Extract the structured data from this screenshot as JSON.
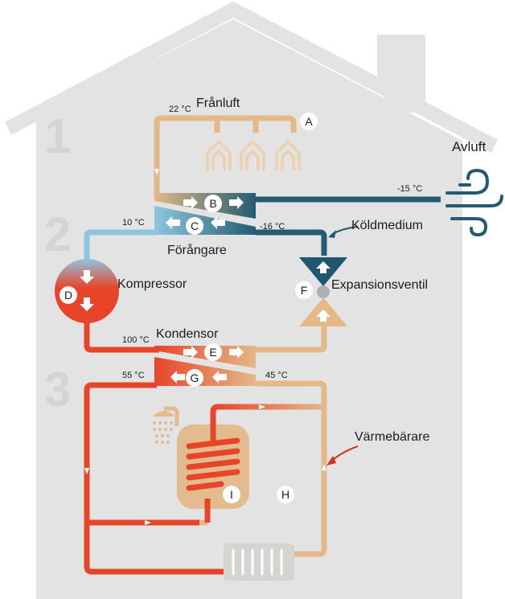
{
  "sections": [
    "1",
    "2",
    "3"
  ],
  "labels": {
    "franluft": "Frånluft",
    "avluft": "Avluft",
    "koldmedium": "Köldmedium",
    "forangare": "Förångare",
    "kompressor": "Kompressor",
    "expansionsventil": "Expansionsventil",
    "kondensor": "Kondensor",
    "varmebarare": "Värmebärare"
  },
  "temperatures": {
    "t_franluft": "22 °C",
    "t_avluft": "-15 °C",
    "t_forangare_in": "10 °C",
    "t_forangare_out": "-16 °C",
    "t_kondensor_in": "100 °C",
    "t_supply": "55 °C",
    "t_return": "45 °C"
  },
  "badges": {
    "A": "A",
    "B": "B",
    "C": "C",
    "D": "D",
    "E": "E",
    "F": "F",
    "G": "G",
    "H": "H",
    "I": "I"
  },
  "colors": {
    "house": "#e3e3e3",
    "warm_pipe": "#e4b887",
    "cold_pipe": "#235b72",
    "light_blue": "#8fc6df",
    "hot_red": "#e8442a",
    "valve": "#1f5670",
    "valve_warm": "#e4b887",
    "tank": "#e2bc8e",
    "radiator": "#d6d4d0",
    "callout": "#d3341f"
  }
}
